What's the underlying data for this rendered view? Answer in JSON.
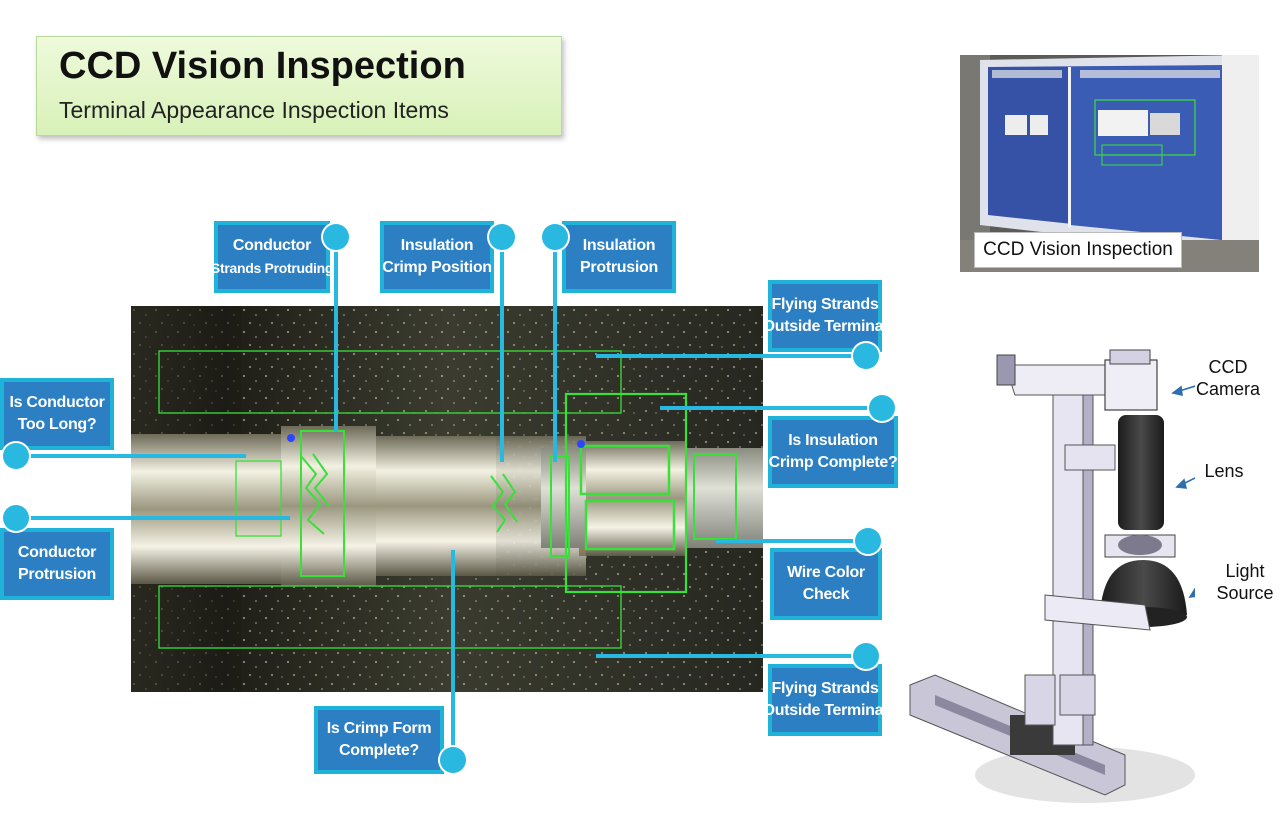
{
  "header": {
    "title": "CCD Vision Inspection",
    "subtitle": "Terminal Appearance Inspection Items"
  },
  "callouts": {
    "conductor_strands": {
      "line1": "Conductor",
      "line2": "Strands Protruding"
    },
    "insulation_crimp_position": {
      "line1": "Insulation",
      "line2": "Crimp Position"
    },
    "insulation_protrusion": {
      "line1": "Insulation",
      "line2": "Protrusion"
    },
    "flying_strands_top": {
      "line1": "Flying Strands",
      "line2": "Outside Terminal"
    },
    "conductor_too_long": {
      "line1": "Is Conductor",
      "line2": "Too Long?"
    },
    "insulation_crimp_complete": {
      "line1": "Is Insulation",
      "line2": "Crimp Complete?"
    },
    "conductor_protrusion": {
      "line1": "Conductor",
      "line2": "Protrusion"
    },
    "wire_color_check": {
      "line1": "Wire Color",
      "line2": "Check"
    },
    "flying_strands_bottom": {
      "line1": "Flying Strands",
      "line2": "Outside Terminal"
    },
    "crimp_form_complete": {
      "line1": "Is Crimp Form",
      "line2": "Complete?"
    }
  },
  "screen_photo": {
    "caption": "CCD Vision Inspection"
  },
  "machine": {
    "ccd_camera": {
      "line1": "CCD",
      "line2": "Camera"
    },
    "lens": "Lens",
    "light_source": {
      "line1": "Light",
      "line2": "Source"
    }
  },
  "colors": {
    "callout_fill": "#2c7fc2",
    "callout_border": "#1fb3d9",
    "leader_line": "#28b8e0",
    "detection_box": "#39e03a"
  }
}
